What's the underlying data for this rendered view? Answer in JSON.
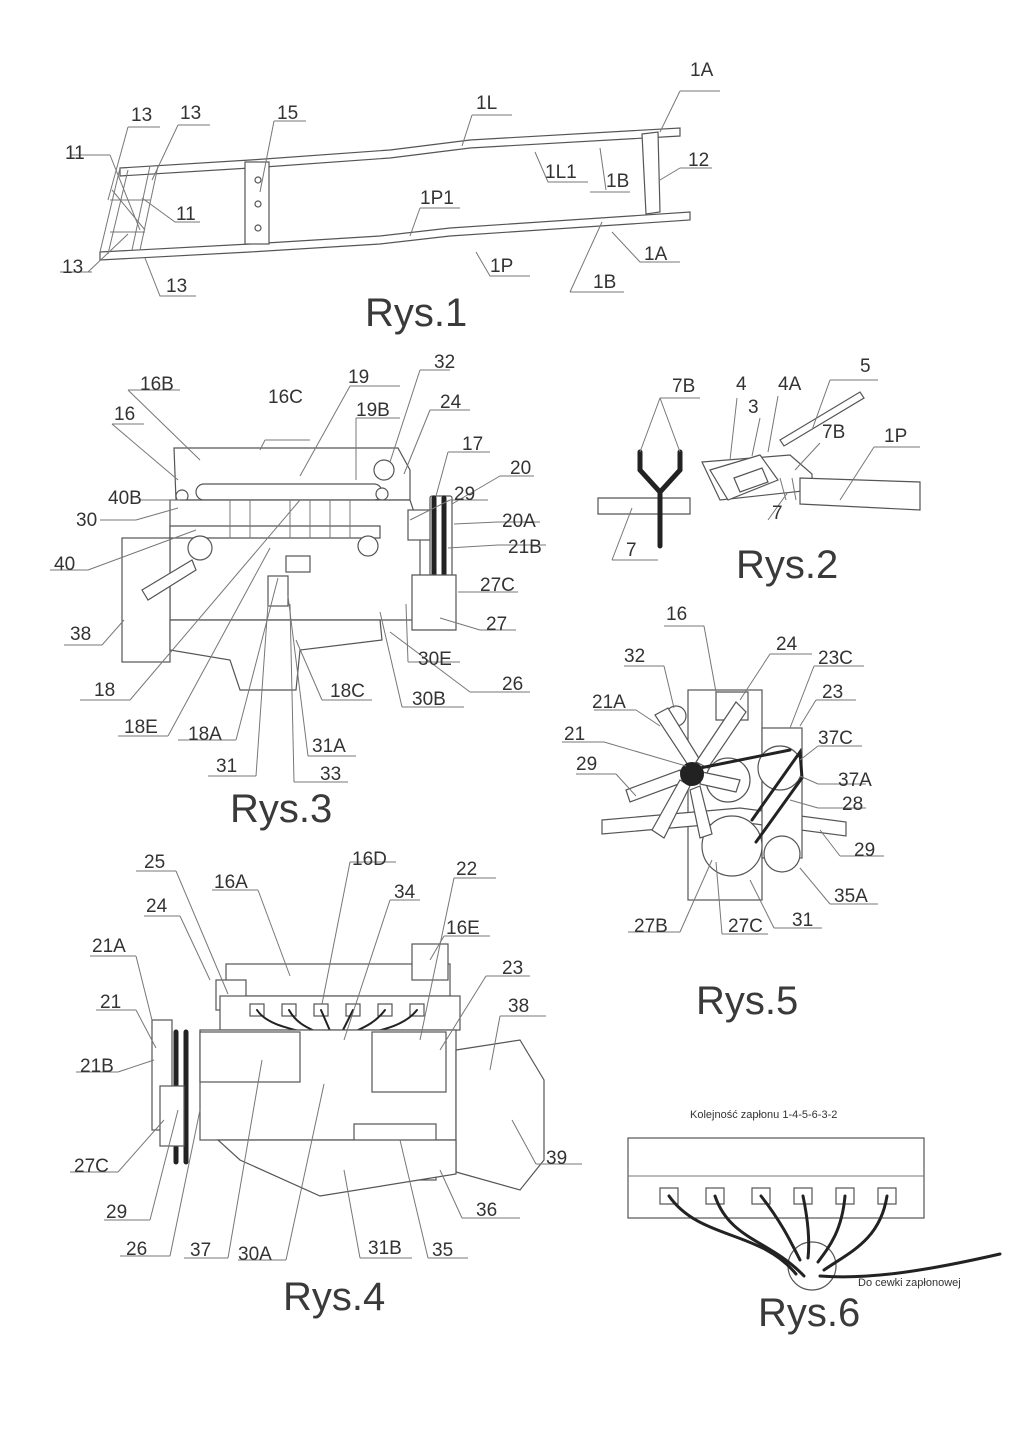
{
  "figures": {
    "rys1": {
      "caption": "Rys.1",
      "labels": [
        "1A",
        "13",
        "13",
        "15",
        "1L",
        "11",
        "1L1",
        "12",
        "1B",
        "11",
        "1P1",
        "13",
        "1A",
        "1P",
        "13",
        "1B"
      ]
    },
    "rys2": {
      "caption": "Rys.2",
      "labels": [
        "7B",
        "4",
        "4A",
        "5",
        "3",
        "7B",
        "1P",
        "7",
        "7"
      ]
    },
    "rys3": {
      "caption": "Rys.3",
      "labels": [
        "32",
        "16B",
        "19",
        "16C",
        "19B",
        "24",
        "16",
        "17",
        "20",
        "40B",
        "29",
        "30",
        "20A",
        "21B",
        "40",
        "27C",
        "38",
        "27",
        "30E",
        "18",
        "26",
        "18C",
        "30B",
        "18E",
        "18A",
        "31A",
        "31",
        "33"
      ]
    },
    "rys4": {
      "caption": "Rys.4",
      "labels": [
        "25",
        "16D",
        "22",
        "16A",
        "34",
        "24",
        "16E",
        "21A",
        "23",
        "38",
        "21",
        "21B",
        "27C",
        "39",
        "29",
        "36",
        "26",
        "37",
        "30A",
        "31B",
        "35"
      ]
    },
    "rys5": {
      "caption": "Rys.5",
      "labels": [
        "16",
        "24",
        "32",
        "23C",
        "23",
        "21A",
        "37C",
        "21",
        "29",
        "37A",
        "28",
        "29",
        "35A",
        "27B",
        "27C",
        "31"
      ]
    },
    "rys6": {
      "caption": "Rys.6",
      "title": "Kolejność zapłonu 1-4-5-6-3-2",
      "note": "Do cewki zapłonowej"
    }
  }
}
